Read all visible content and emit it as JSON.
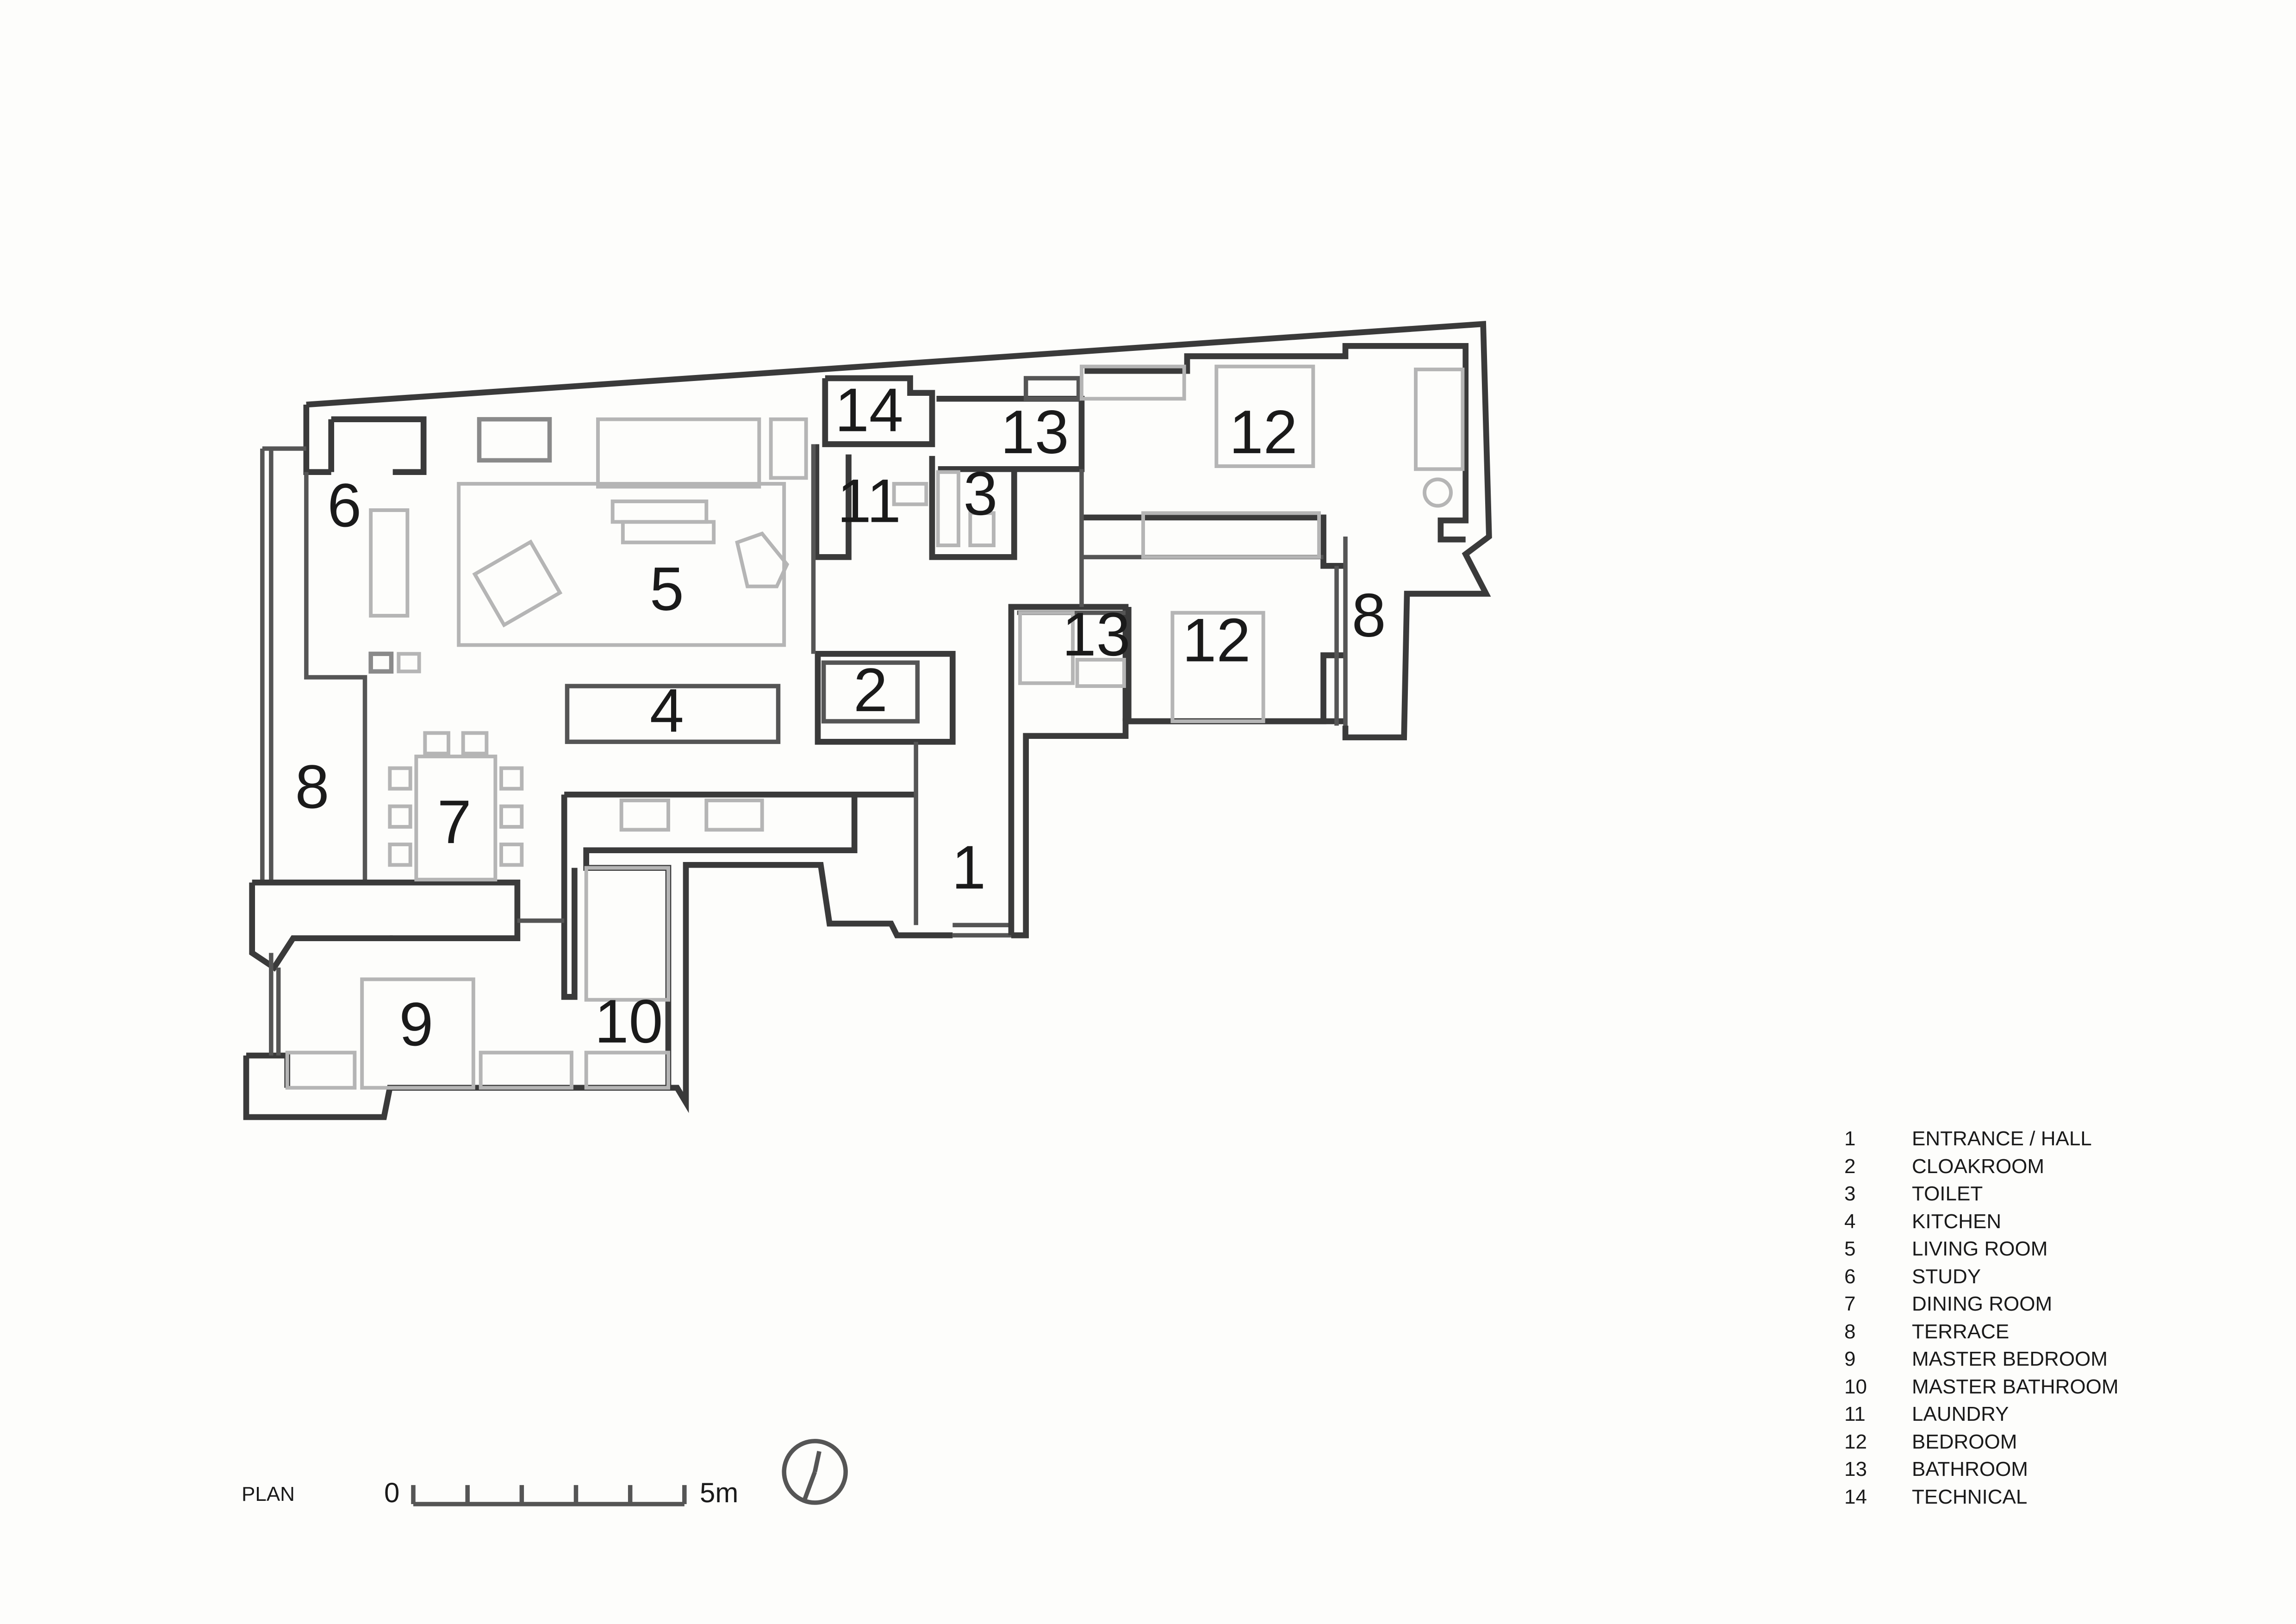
{
  "plan": {
    "rooms": [
      {
        "num": "1"
      },
      {
        "num": "2"
      },
      {
        "num": "3"
      },
      {
        "num": "4"
      },
      {
        "num": "5"
      },
      {
        "num": "6"
      },
      {
        "num": "7"
      },
      {
        "num": "8"
      },
      {
        "num": "8"
      },
      {
        "num": "9"
      },
      {
        "num": "10"
      },
      {
        "num": "11"
      },
      {
        "num": "12"
      },
      {
        "num": "12"
      },
      {
        "num": "13"
      },
      {
        "num": "13"
      },
      {
        "num": "14"
      }
    ]
  },
  "footer": {
    "plan_label": "PLAN",
    "scale_start": "0",
    "scale_end": "5m"
  },
  "legend": [
    {
      "num": "1",
      "label": "ENTRANCE / HALL"
    },
    {
      "num": "2",
      "label": "CLOAKROOM"
    },
    {
      "num": "3",
      "label": "TOILET"
    },
    {
      "num": "4",
      "label": "KITCHEN"
    },
    {
      "num": "5",
      "label": "LIVING ROOM"
    },
    {
      "num": "6",
      "label": "STUDY"
    },
    {
      "num": "7",
      "label": "DINING ROOM"
    },
    {
      "num": "8",
      "label": "TERRACE"
    },
    {
      "num": "9",
      "label": "MASTER BEDROOM"
    },
    {
      "num": "10",
      "label": "MASTER BATHROOM"
    },
    {
      "num": "11",
      "label": "LAUNDRY"
    },
    {
      "num": "12",
      "label": "BEDROOM"
    },
    {
      "num": "13",
      "label": "BATHROOM"
    },
    {
      "num": "14",
      "label": "TECHNICAL"
    }
  ]
}
